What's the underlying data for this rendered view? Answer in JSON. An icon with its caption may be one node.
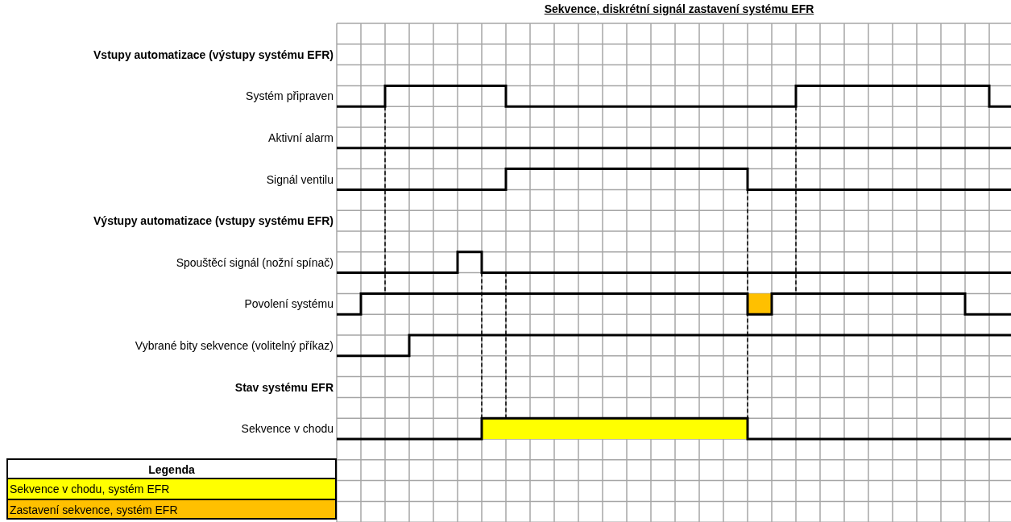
{
  "diagram": {
    "title": "Sekvence, diskrétní signál zastavení systému EFR",
    "labels": [
      "Vstupy automatizace (výstupy systému EFR)",
      "Systém připraven",
      "Aktivní alarm",
      "Signál ventilu",
      "Výstupy automatizace (vstupy systému EFR)",
      "Spouštěcí signál (nožní spínač)",
      "Povolení systému",
      "Vybrané bity sekvence (volitelný příkaz)",
      "Stav systému EFR",
      "Sekvence v chodu",
      "Legenda"
    ],
    "legend": [
      {
        "text": "Sekvence v chodu, systém EFR",
        "color": "#ffff00"
      },
      {
        "text": "Zastavení sekvence, systém EFR",
        "color": "#ffc000"
      }
    ]
  }
}
